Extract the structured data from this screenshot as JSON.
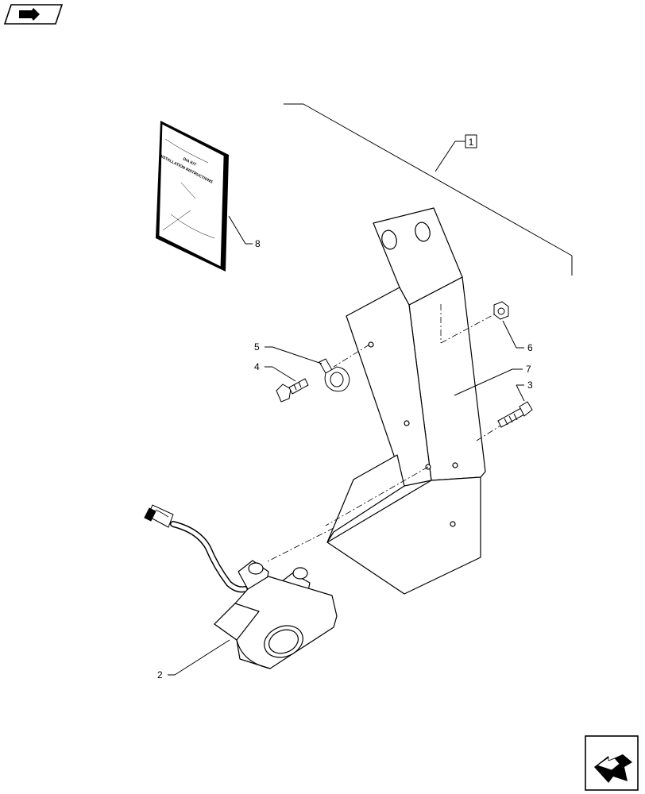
{
  "manual": {
    "title_line1": "DIA KIT",
    "title_line2": "INSTALLATION INSTRUCTIONS"
  },
  "callouts": {
    "kit": "1",
    "camera": "2",
    "bolt_large": "3",
    "bolt_small": "4",
    "clip": "5",
    "nut": "6",
    "bracket": "7",
    "manual": "8"
  },
  "icons": {
    "top_left": "previous-page-arrow-icon",
    "bottom_right": "next-page-arrow-icon"
  }
}
